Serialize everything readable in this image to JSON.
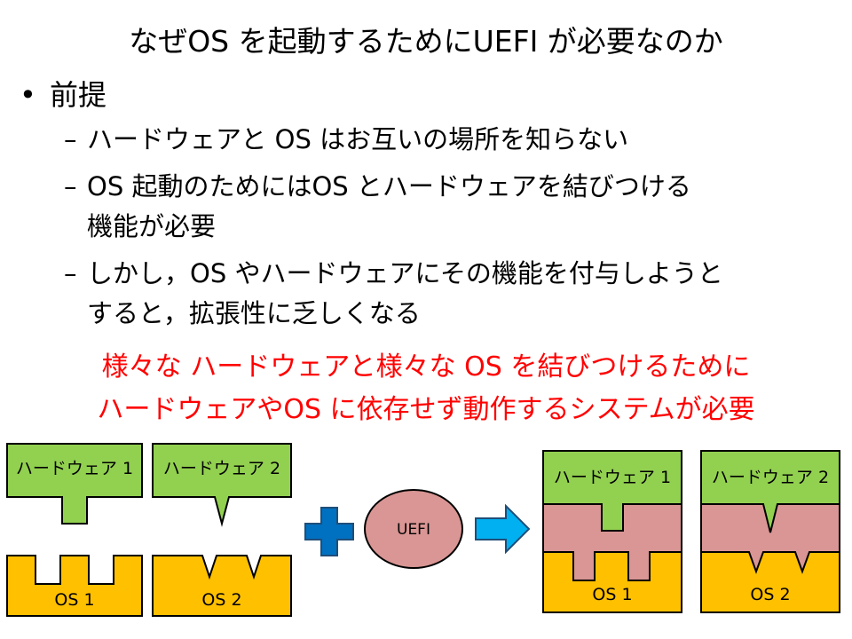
{
  "title": "なぜOS を起動するためにUEFI が必要なのか",
  "bullet": "前提",
  "sub_items": [
    "ハードウェアと OS はお互いの場所を知らない",
    "OS 起動のためにはOS とハードウェアを結びつける",
    "機能が必要",
    "しかし，OS やハードウェアにその機能を付与しようと",
    "すると，拡張性に乏しくなる"
  ],
  "conclusion": [
    "様々な ハードウェアと様々な OS を結びつけるために",
    "ハードウェアやOS に依存せず動作するシステムが必要"
  ],
  "diagram": {
    "left": {
      "hw1": "ハードウェア 1",
      "hw2": "ハードウェア 2",
      "os1": "OS 1",
      "os2": "OS 2"
    },
    "plus_symbol": "plus-icon",
    "uefi": "UEFI",
    "arrow_symbol": "right-arrow-icon",
    "right": {
      "hw1": "ハードウェア 1",
      "hw2": "ハードウェア 2",
      "os1": "OS 1",
      "os2": "OS 2"
    },
    "colors": {
      "hardware": "#92d050",
      "os": "#ffc000",
      "uefi": "#d99694",
      "plus": "#0070c0",
      "arrow": "#00b0f0",
      "conclusion_text": "#ff0000"
    }
  }
}
